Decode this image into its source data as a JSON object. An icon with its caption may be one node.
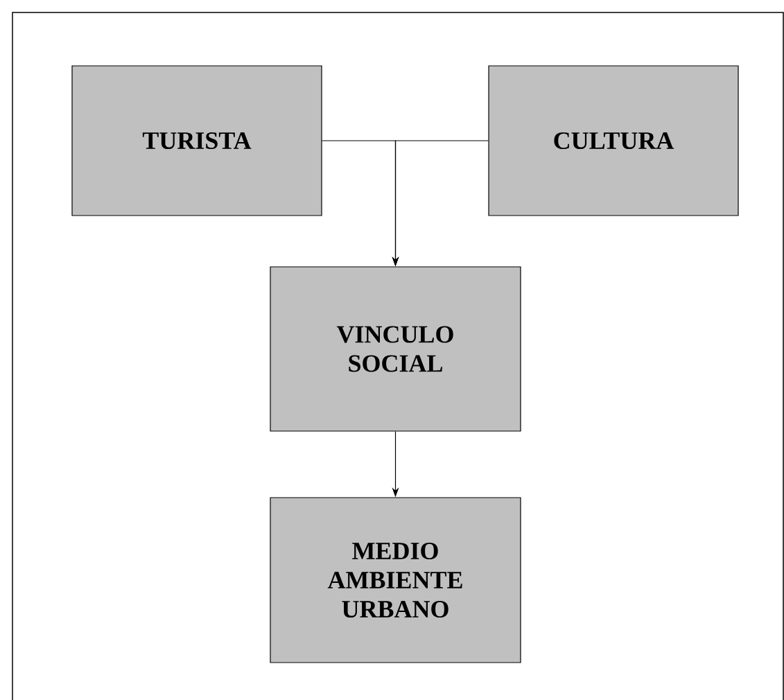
{
  "diagram": {
    "nodes": [
      {
        "text": [
          "TURISTA"
        ]
      },
      {
        "text": [
          "CULTURA"
        ]
      },
      {
        "text": [
          "VINCULO SOCIAL"
        ]
      },
      {
        "text": [
          "MEDIO AMBIENTE URBANO"
        ]
      }
    ],
    "edges": [
      {
        "from": 0,
        "to": 2,
        "arrow": "to"
      },
      {
        "from": 1,
        "to": 2,
        "arrow": "to"
      },
      {
        "from": 2,
        "to": 3,
        "arrow": "to"
      }
    ]
  }
}
